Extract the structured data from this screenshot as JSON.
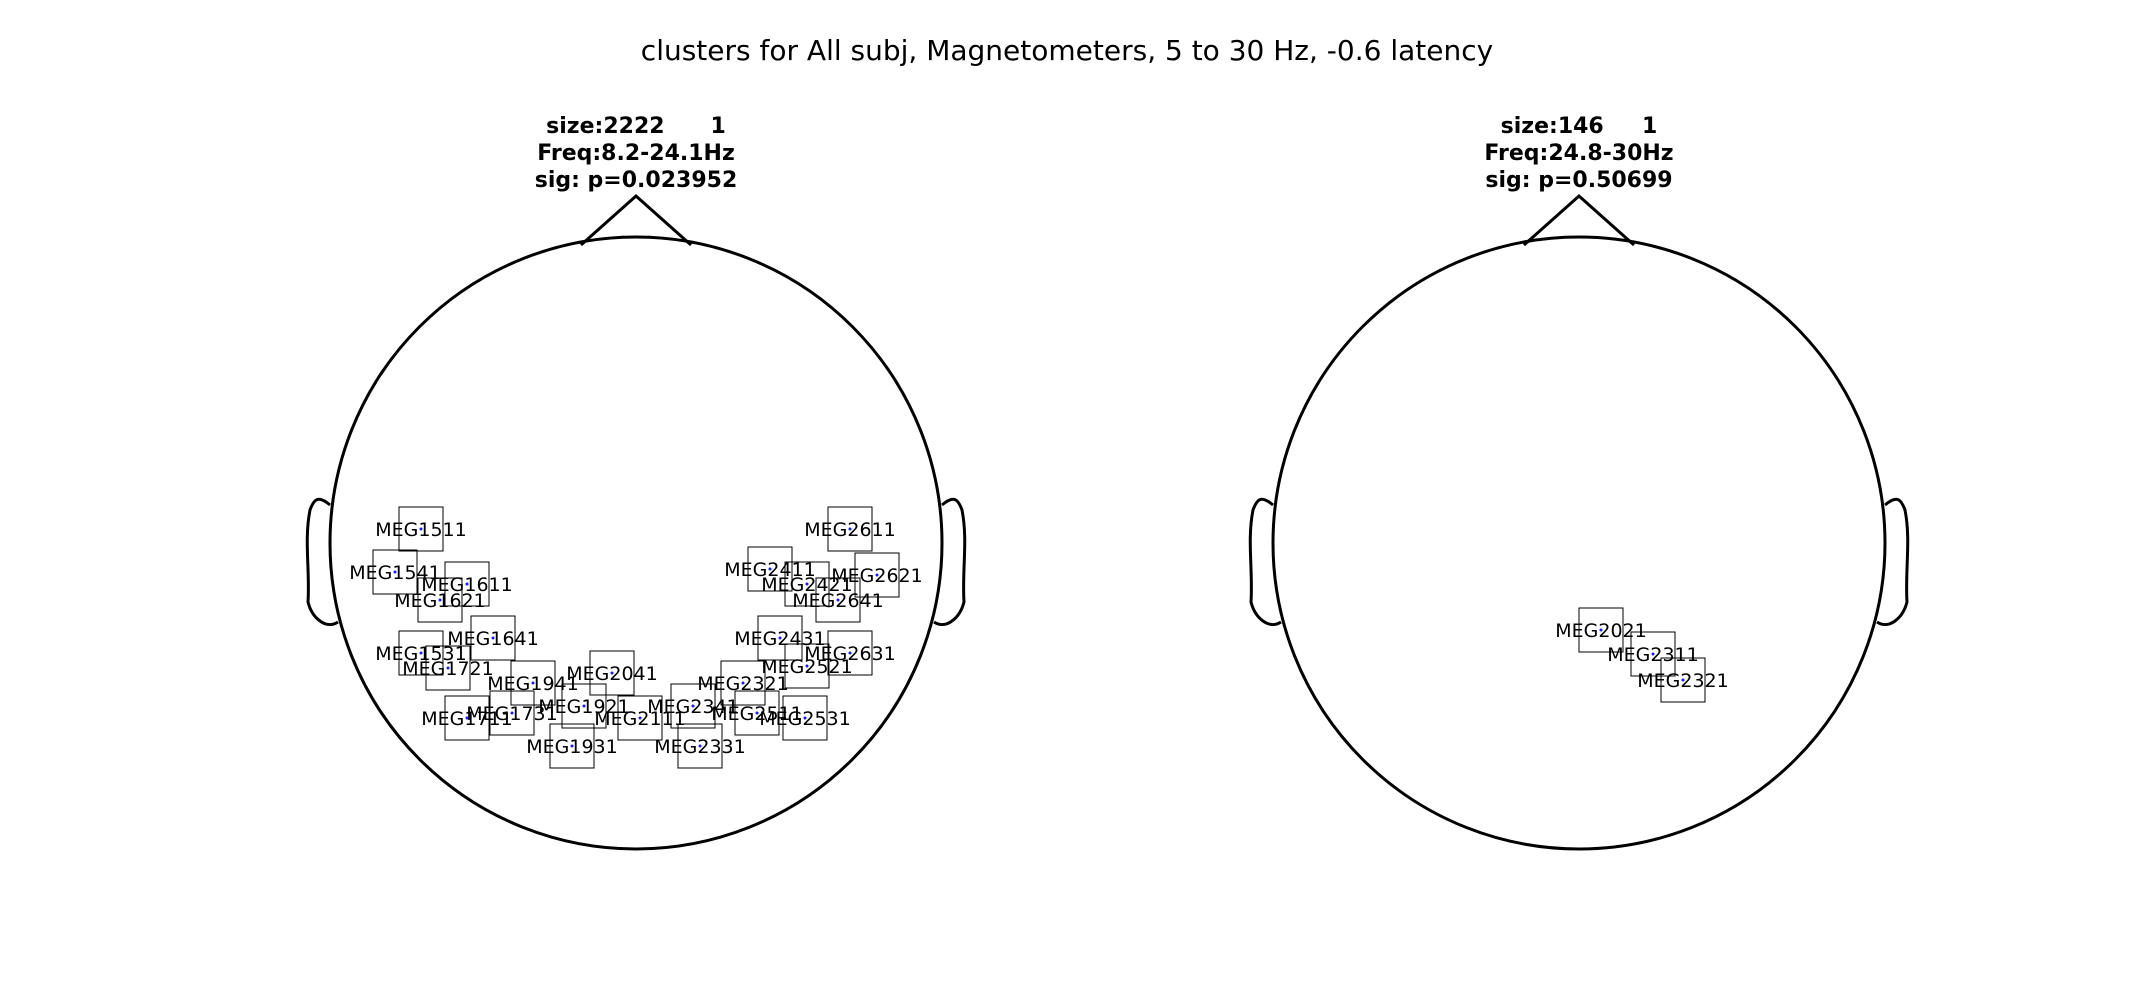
{
  "figure": {
    "title": "clusters for All subj, Magnetometers, 5 to 30 Hz, -0.6 latency"
  },
  "panels": [
    {
      "info": {
        "size_line": "size:2222      1",
        "freq_line": "Freq:8.2-24.1Hz",
        "sig_line": "sig: p=0.023952"
      },
      "channels": [
        "MEG1511",
        "MEG1541",
        "MEG1611",
        "MEG1621",
        "MEG1641",
        "MEG1531",
        "MEG1721",
        "MEG1941",
        "MEG2041",
        "MEG1711",
        "MEG1731",
        "MEG1921",
        "MEG2111",
        "MEG1931",
        "MEG2611",
        "MEG2411",
        "MEG2621",
        "MEG2421",
        "MEG2641",
        "MEG2431",
        "MEG2631",
        "MEG2521",
        "MEG2321",
        "MEG2341",
        "MEG2511",
        "MEG2531",
        "MEG2331"
      ]
    },
    {
      "info": {
        "size_line": "size:146     1",
        "freq_line": "Freq:24.8-30Hz",
        "sig_line": "sig: p=0.50699"
      },
      "channels": [
        "MEG2021",
        "MEG2311",
        "MEG2321"
      ]
    }
  ],
  "colors": {
    "ink": "#000000",
    "background": "#ffffff",
    "sensor_dot": "#1a1aff"
  }
}
